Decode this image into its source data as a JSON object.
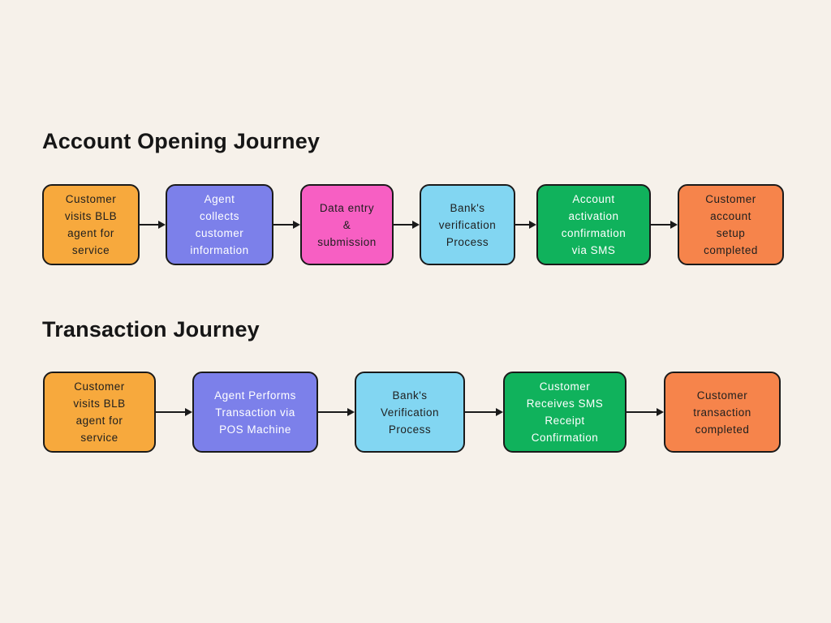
{
  "canvas": {
    "background_color": "#F6F1EA",
    "outline_color": "#1A1A1A",
    "arrow_color": "#1A1A1A"
  },
  "journeys": [
    {
      "title": "Account Opening Journey",
      "steps": [
        {
          "text": "Customer visits BLB agent for service",
          "lines": [
            "Customer",
            "visits BLB",
            "agent for",
            "service"
          ],
          "bg": "#F7A93D",
          "text_color": "#1F1F1F"
        },
        {
          "text": "Agent collects customer information",
          "lines": [
            "Agent",
            "collects",
            "customer",
            "information"
          ],
          "bg": "#7C80EA",
          "text_color": "#FFFFFF"
        },
        {
          "text": "Data entry & submission",
          "lines": [
            "Data entry",
            "&",
            "submission"
          ],
          "bg": "#F75FC3",
          "text_color": "#1F1F1F"
        },
        {
          "text": "Bank's verification Process",
          "lines": [
            "Bank's",
            "verification",
            "Process"
          ],
          "bg": "#82D6F2",
          "text_color": "#1F1F1F"
        },
        {
          "text": "Account activation confirmation via SMS",
          "lines": [
            "Account",
            "activation",
            "confirmation",
            "via SMS"
          ],
          "bg": "#10B25C",
          "text_color": "#FFFFFF"
        },
        {
          "text": "Customer account setup completed",
          "lines": [
            "Customer",
            "account",
            "setup",
            "completed"
          ],
          "bg": "#F6844B",
          "text_color": "#1F1F1F"
        }
      ]
    },
    {
      "title": "Transaction Journey",
      "steps": [
        {
          "text": "Customer visits BLB agent for service",
          "lines": [
            "Customer",
            "visits BLB",
            "agent for",
            "service"
          ],
          "bg": "#F7A93D",
          "text_color": "#1F1F1F"
        },
        {
          "text": "Agent Performs Transaction via POS Machine",
          "lines": [
            "Agent Performs",
            "Transaction via",
            "POS Machine"
          ],
          "bg": "#7C80EA",
          "text_color": "#FFFFFF"
        },
        {
          "text": "Bank's Verification Process",
          "lines": [
            "Bank's",
            "Verification",
            "Process"
          ],
          "bg": "#82D6F2",
          "text_color": "#1F1F1F"
        },
        {
          "text": "Customer Receives SMS Receipt Confirmation",
          "lines": [
            "Customer",
            "Receives SMS",
            "Receipt",
            "Confirmation"
          ],
          "bg": "#10B25C",
          "text_color": "#FFFFFF"
        },
        {
          "text": "Customer transaction completed",
          "lines": [
            "Customer",
            "transaction",
            "completed"
          ],
          "bg": "#F6844B",
          "text_color": "#1F1F1F"
        }
      ]
    }
  ]
}
